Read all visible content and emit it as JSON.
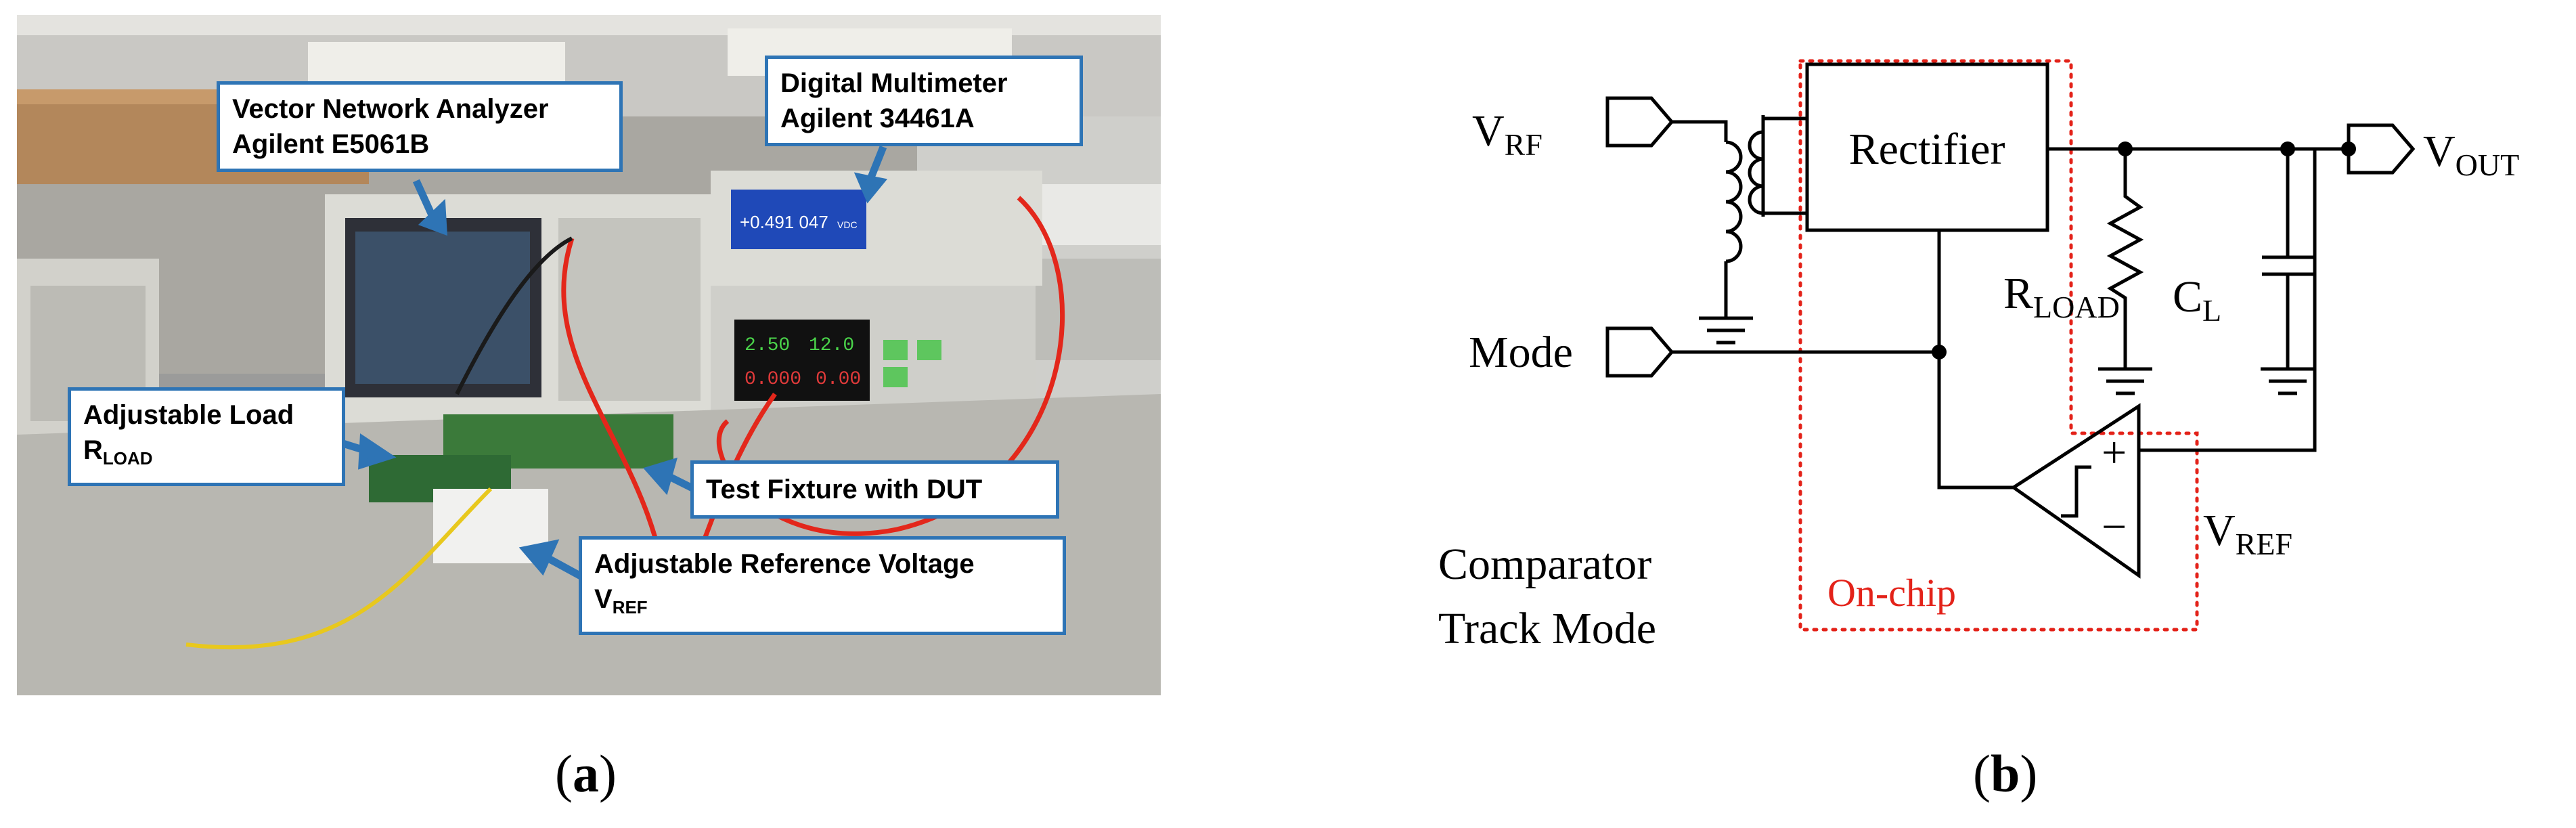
{
  "panel_a": {
    "label_open": "(",
    "label_letter": "a",
    "label_close": ")",
    "callouts": {
      "vna_line1": "Vector Network Analyzer",
      "vna_line2": "Agilent E5061B",
      "dmm_line1": "Digital Multimeter",
      "dmm_line2": "Agilent 34461A",
      "load_line1": "Adjustable Load",
      "load_main": "R",
      "load_sub": "LOAD",
      "fixture": "Test Fixture with DUT",
      "vref_line1": "Adjustable Reference Voltage",
      "vref_main": "V",
      "vref_sub": "REF"
    },
    "screen": {
      "dmm_reading": "+0.491 047",
      "dmm_unit": "VDC",
      "psu_v1": "2.50",
      "psu_v2": "12.0",
      "psu_a1": "0.000",
      "psu_a2": "0.00"
    },
    "colors": {
      "callout_border": "#2e74b5",
      "arrow": "#2e74b5"
    }
  },
  "panel_b": {
    "label_open": "(",
    "label_letter": "b",
    "label_close": ")",
    "v_rf_main": "V",
    "v_rf_sub": "RF",
    "v_out_main": "V",
    "v_out_sub": "OUT",
    "mode": "Mode",
    "rectifier": "Rectifier",
    "r_load_main": "R",
    "r_load_sub": "LOAD",
    "c_l_main": "C",
    "c_l_sub": "L",
    "v_ref_main": "V",
    "v_ref_sub": "REF",
    "comparator_line1": "Comparator",
    "comparator_line2": "Track Mode",
    "on_chip": "On-chip",
    "plus": "+",
    "minus": "−",
    "colors": {
      "on_chip": "#e32219",
      "wire": "#000000"
    }
  }
}
